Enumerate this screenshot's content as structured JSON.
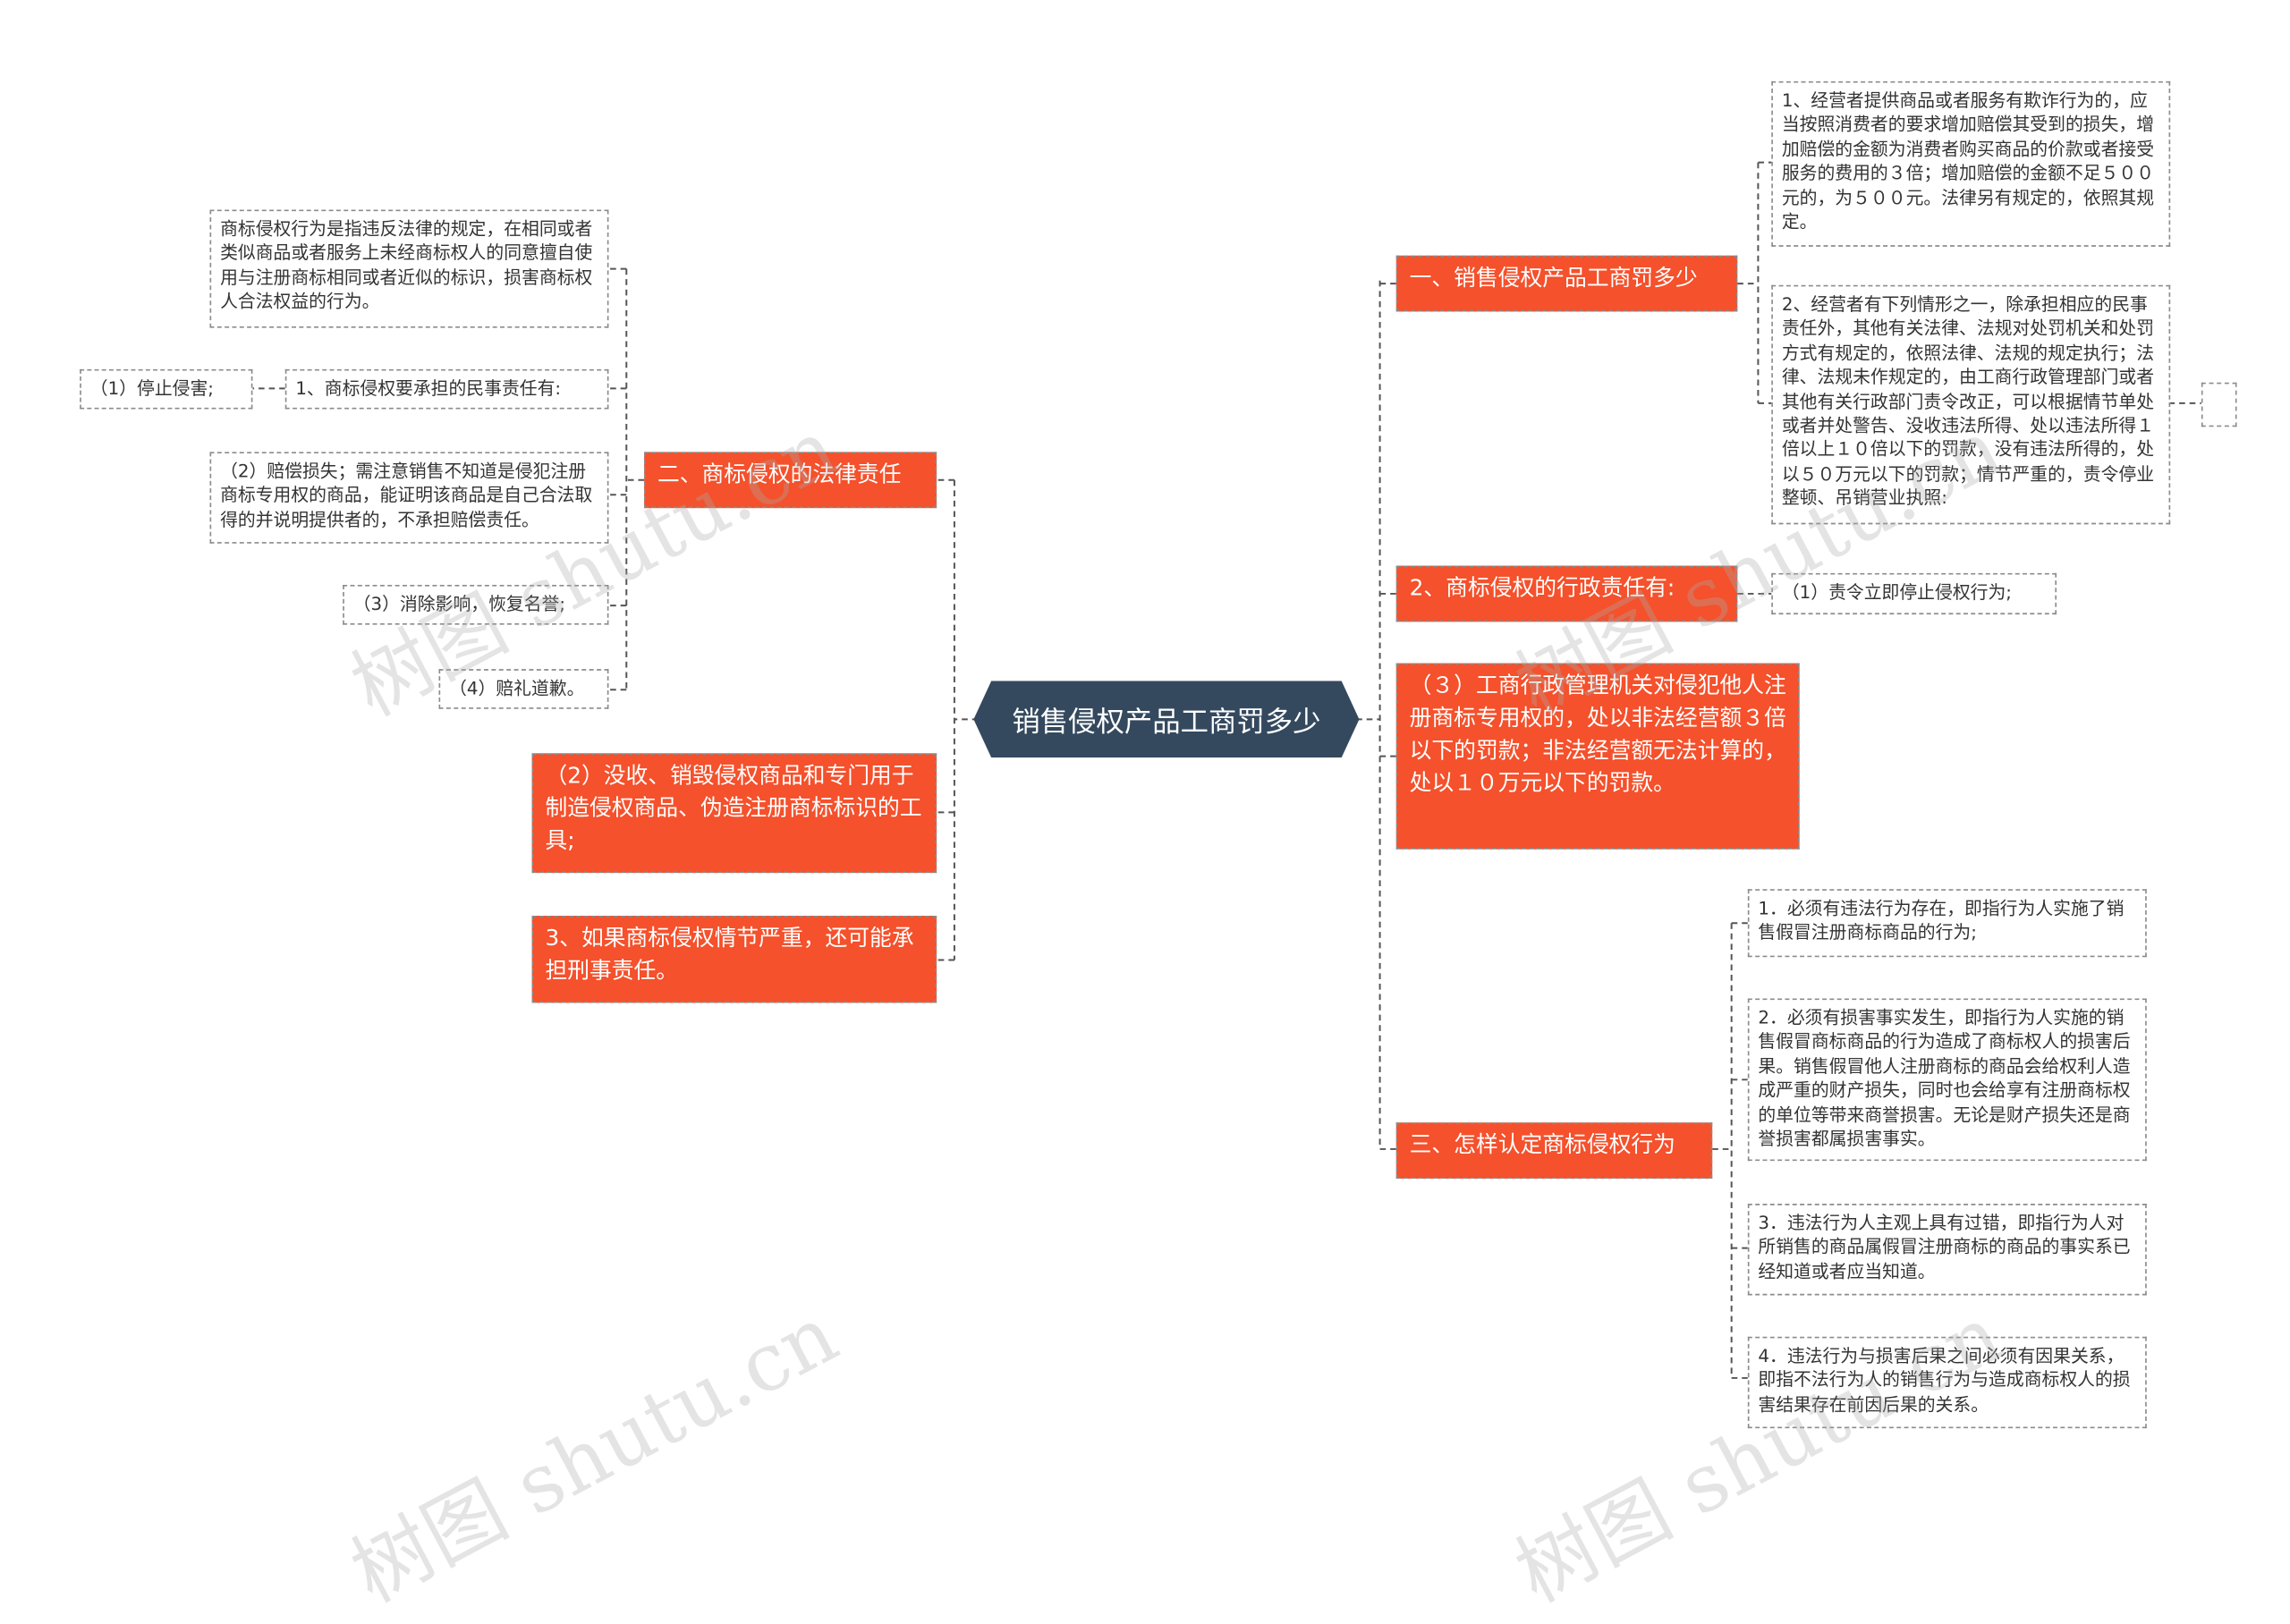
{
  "center": "销售侵权产品工商罚多少",
  "left": {
    "branch_liability": "二、商标侵权的法律责任",
    "definition": "商标侵权行为是指违反法律的规定，在相同或者类似商品或者服务上未经商标权人的同意擅自使用与注册商标相同或者近似的标识，损害商标权人合法权益的行为。",
    "civil_heading": "1、商标侵权要承担的民事责任有:",
    "stop": "（1）停止侵害;",
    "compensate": "（2）赔偿损失；需注意销售不知道是侵犯注册商标专用权的商品，能证明该商品是自己合法取得的并说明提供者的，不承担赔偿责任。",
    "eliminate": "（3）消除影响，恢复名誉;",
    "apologize": "（4）赔礼道歉。",
    "confiscate": "（2）没收、销毁侵权商品和专门用于制造侵权商品、伪造注册商标标识的工具;",
    "criminal": "3、如果商标侵权情节严重，还可能承担刑事责任。"
  },
  "right": {
    "branch_penalty": "一、销售侵权产品工商罚多少",
    "penalty_1": "1、经营者提供商品或者服务有欺诈行为的，应当按照消费者的要求增加赔偿其受到的损失，增加赔偿的金额为消费者购买商品的价款或者接受服务的费用的３倍；增加赔偿的金额不足５００元的，为５００元。法律另有规定的，依照其规定。",
    "penalty_2": "2、经营者有下列情形之一，除承担相应的民事责任外，其他有关法律、法规对处罚机关和处罚方式有规定的，依照法律、法规的规定执行；法律、法规未作规定的，由工商行政管理部门或者其他有关行政部门责令改正，可以根据情节单处或者并处警告、没收违法所得、处以违法所得１倍以上１０倍以下的罚款，没有违法所得的，处以５０万元以下的罚款；情节严重的，责令停业整顿、吊销营业执照:",
    "branch_admin": "2、商标侵权的行政责任有:",
    "admin_1": "（1）责令立即停止侵权行为;",
    "admin_3": "（３）工商行政管理机关对侵犯他人注册商标专用权的，处以非法经营额３倍以下的罚款；非法经营额无法计算的，处以１０万元以下的罚款。",
    "branch_identify": "三、怎样认定商标侵权行为",
    "identify_1": "1．必须有违法行为存在，即指行为人实施了销售假冒注册商标商品的行为;",
    "identify_2": "2．必须有损害事实发生，即指行为人实施的销售假冒商标商品的行为造成了商标权人的损害后果。销售假冒他人注册商标的商品会给权利人造成严重的财产损失，同时也会给享有注册商标权的单位等带来商誉损害。无论是财产损失还是商誉损害都属损害事实。",
    "identify_3": "3．违法行为人主观上具有过错，即指行为人对所销售的商品属假冒注册商标的商品的事实系已经知道或者应当知道。",
    "identify_4": "4．违法行为与损害后果之间必须有因果关系，即指不法行为人的销售行为与造成商标权人的损害结果存在前因后果的关系。"
  },
  "watermark": "树图 shutu.cn",
  "colors": {
    "center": "#34495e",
    "branch": "#f4512c",
    "line": "#555555"
  }
}
